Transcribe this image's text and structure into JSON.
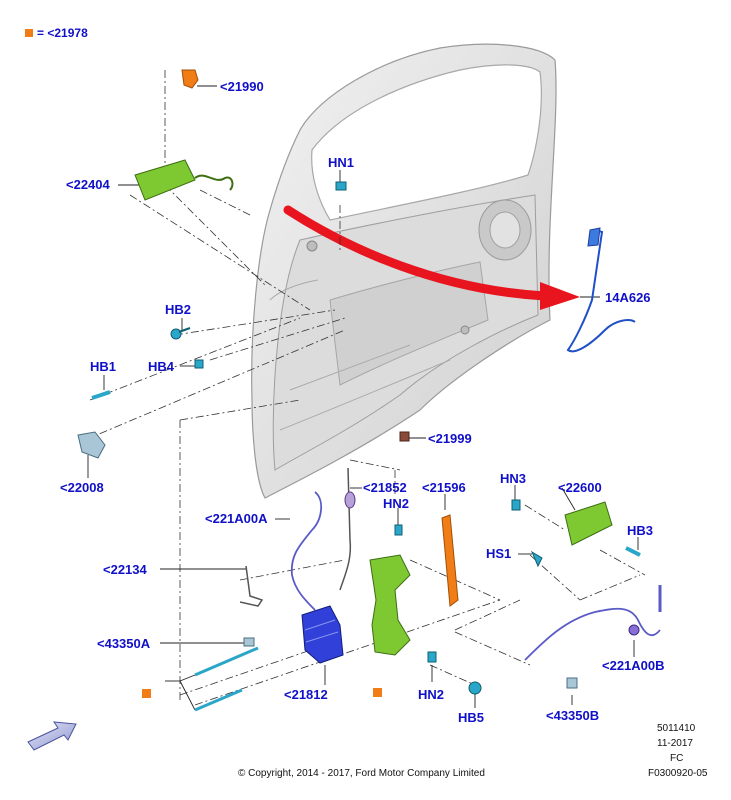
{
  "legend": {
    "symbol_label": "<21978",
    "eq": "=",
    "color": "#f07d16"
  },
  "labels": {
    "p21990": "<21990",
    "p22404": "<22404",
    "hn1": "HN1",
    "p14a626": "14A626",
    "hb2": "HB2",
    "hb4": "HB4",
    "hb1": "HB1",
    "p22008": "<22008",
    "p21999": "<21999",
    "p21852": "<21852",
    "p21596": "<21596",
    "hn2_top": "HN2",
    "p221a00a": "<221A00A",
    "p22134": "<22134",
    "p43350a": "<43350A",
    "p21812": "<21812",
    "hn2_bottom": "HN2",
    "hb5": "HB5",
    "hn3": "HN3",
    "p22600": "<22600",
    "hb3": "HB3",
    "hs1": "HS1",
    "p221a00b": "<221A00B",
    "p43350b": "<43350B"
  },
  "footer": {
    "copyright": "© Copyright, 2014 - 2017, Ford Motor Company Limited",
    "code1": "5011410",
    "date": "11-2017",
    "fc": "FC",
    "ref": "F0300920-05"
  },
  "colors": {
    "label_blue": "#1010c8",
    "arrow_red": "#e8141e",
    "lock_blue": "#3040d8",
    "bracket_green": "#7ec832",
    "part_orange": "#f07d16"
  }
}
